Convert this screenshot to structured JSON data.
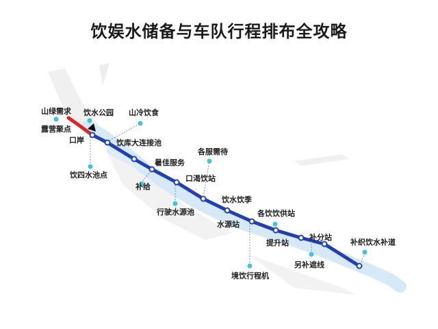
{
  "title": "饮娱水储备与车队行程排布全攻略",
  "colors": {
    "route": "#1f3fb8",
    "route_start": "#e0261f",
    "pin": "#3ec6d8",
    "river": "#d5e9f6",
    "terrain": "#eeeeee"
  },
  "labels": {
    "l1": "山绿需求",
    "l2": "露营聚点",
    "l3": "口岸",
    "l4": "饮水公园",
    "l5": "山冷饮食",
    "l6": "饮库大连接池",
    "l7": "饮四水池点",
    "l8": "暑佳服务",
    "l9": "补给",
    "l10": "各服需待",
    "l11": "口渴饮站",
    "l12": "行驶水源池",
    "l13": "饮水饮季",
    "l14": "水源站",
    "l15": "各饮饮供站",
    "l16": "提升站",
    "l17": "补分站",
    "l18": "境饮行程机",
    "l19": "另补遮线",
    "l20": "补织饮水补道"
  }
}
